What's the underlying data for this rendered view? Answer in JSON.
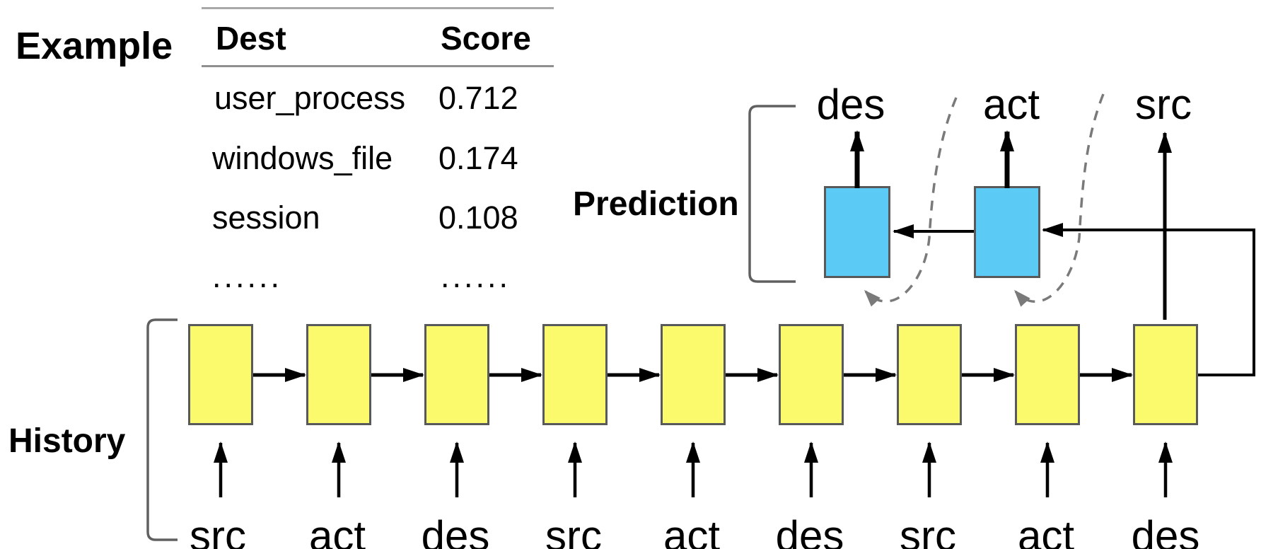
{
  "example": {
    "label": "Example",
    "table": {
      "headers": [
        "Dest",
        "Score"
      ],
      "rows": [
        [
          "user_process",
          "0.712"
        ],
        [
          "windows_file",
          "0.174"
        ],
        [
          "session",
          "0.108"
        ],
        [
          "......",
          "......"
        ]
      ]
    }
  },
  "prediction": {
    "label": "Prediction",
    "outputs": [
      "des",
      "act",
      "src"
    ]
  },
  "history": {
    "label": "History",
    "items": [
      "src",
      "act",
      "des",
      "src",
      "act",
      "des",
      "src",
      "act",
      "des"
    ]
  },
  "colors": {
    "history_cell": "#fbf96c",
    "prediction_cell": "#5bcbf5",
    "cell_border": "#58595a",
    "arrow_black": "#000000",
    "dashed_gray": "#7a7a7a",
    "bracket_gray": "#606060",
    "table_rule": "#9a9a9a"
  }
}
